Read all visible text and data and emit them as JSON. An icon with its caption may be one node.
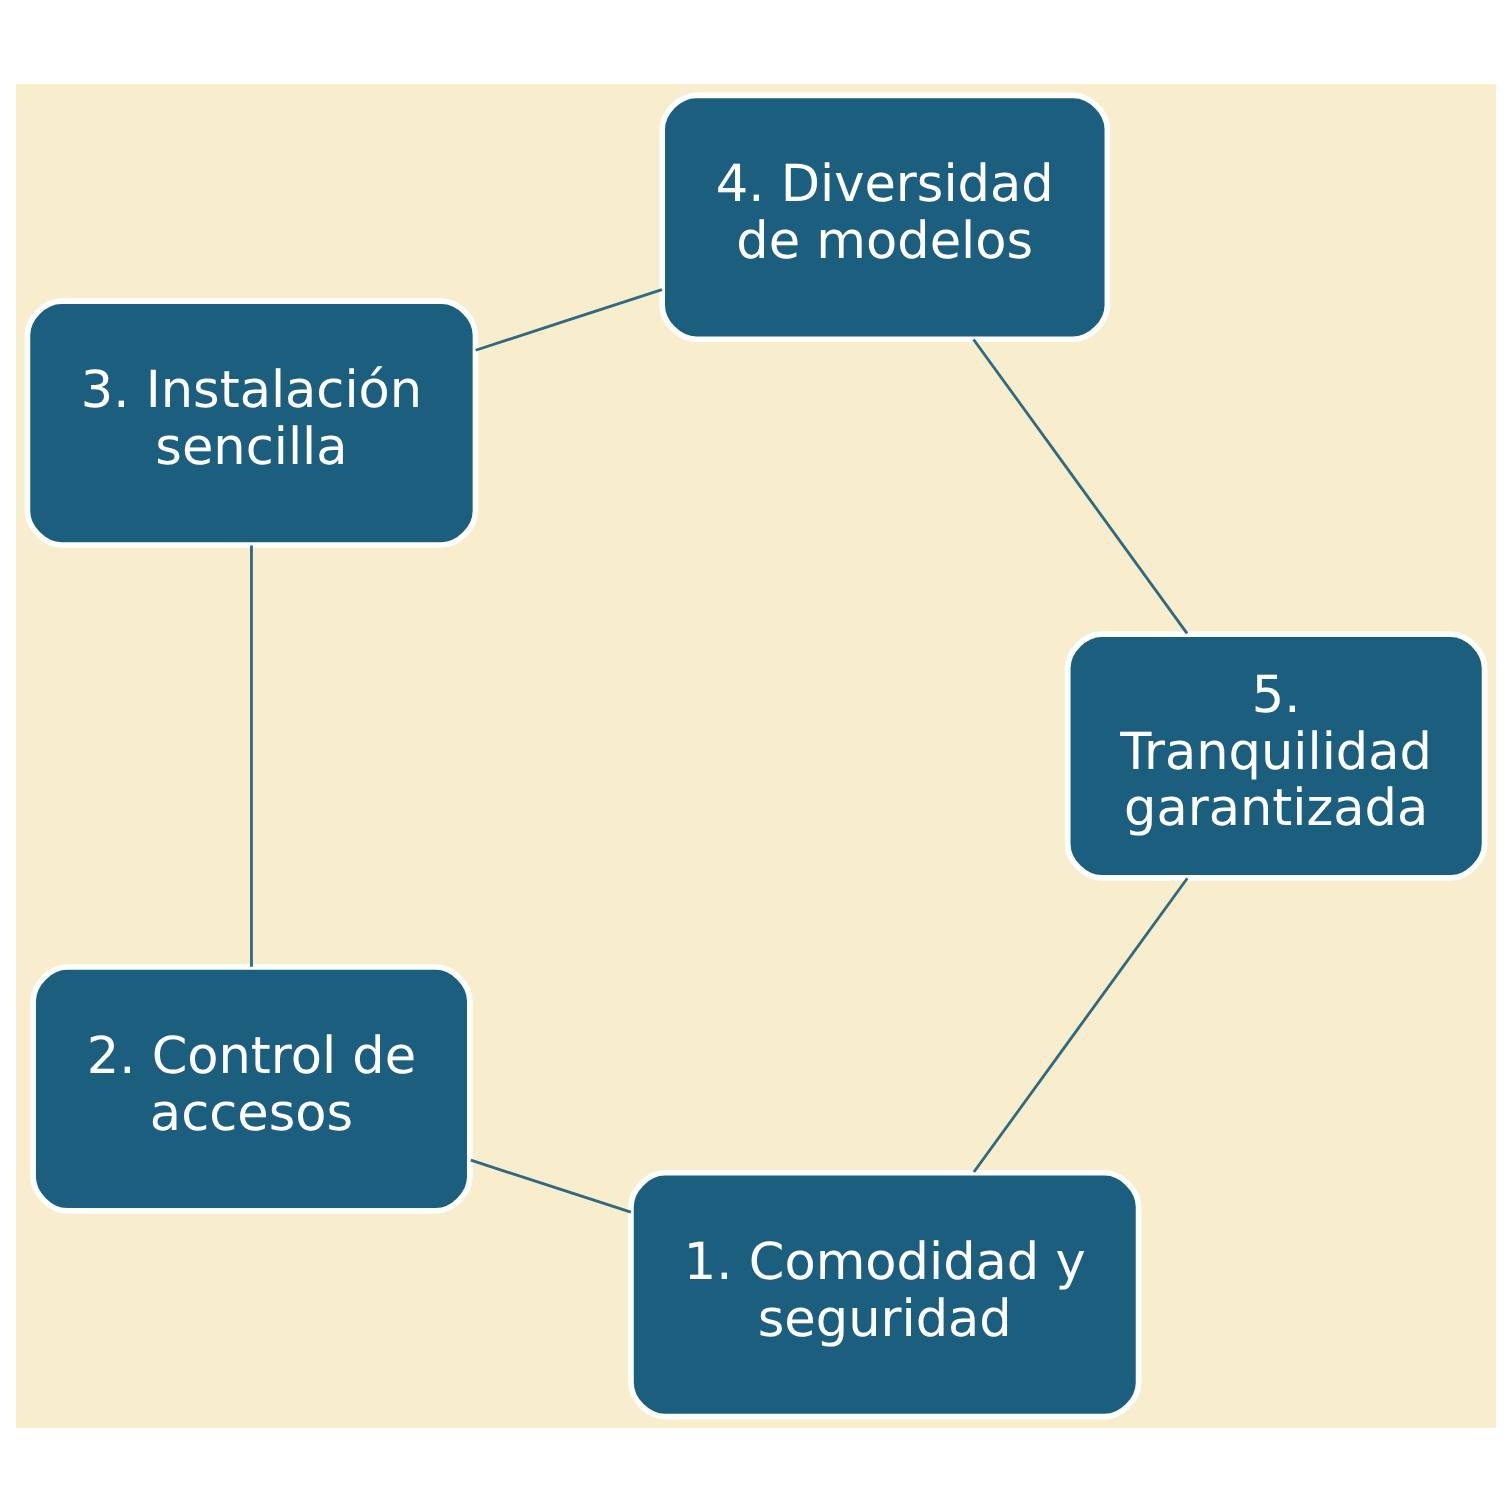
{
  "diagram": {
    "nodes": [
      {
        "text": [
          "1. Comodidad y seguridad"
        ]
      },
      {
        "text": [
          "2. Control de accesos"
        ]
      },
      {
        "text": [
          "3. Instalación sencilla"
        ]
      },
      {
        "text": [
          "4. Diversidad de modelos"
        ]
      },
      {
        "text": [
          "5. Tranquilidad garantizada"
        ]
      }
    ],
    "edges": [
      {
        "from": 0,
        "to": 1,
        "arrow": "none"
      },
      {
        "from": 1,
        "to": 2,
        "arrow": "none"
      },
      {
        "from": 2,
        "to": 3,
        "arrow": "none"
      },
      {
        "from": 3,
        "to": 4,
        "arrow": "none"
      },
      {
        "from": 4,
        "to": 0,
        "arrow": "none"
      }
    ]
  }
}
